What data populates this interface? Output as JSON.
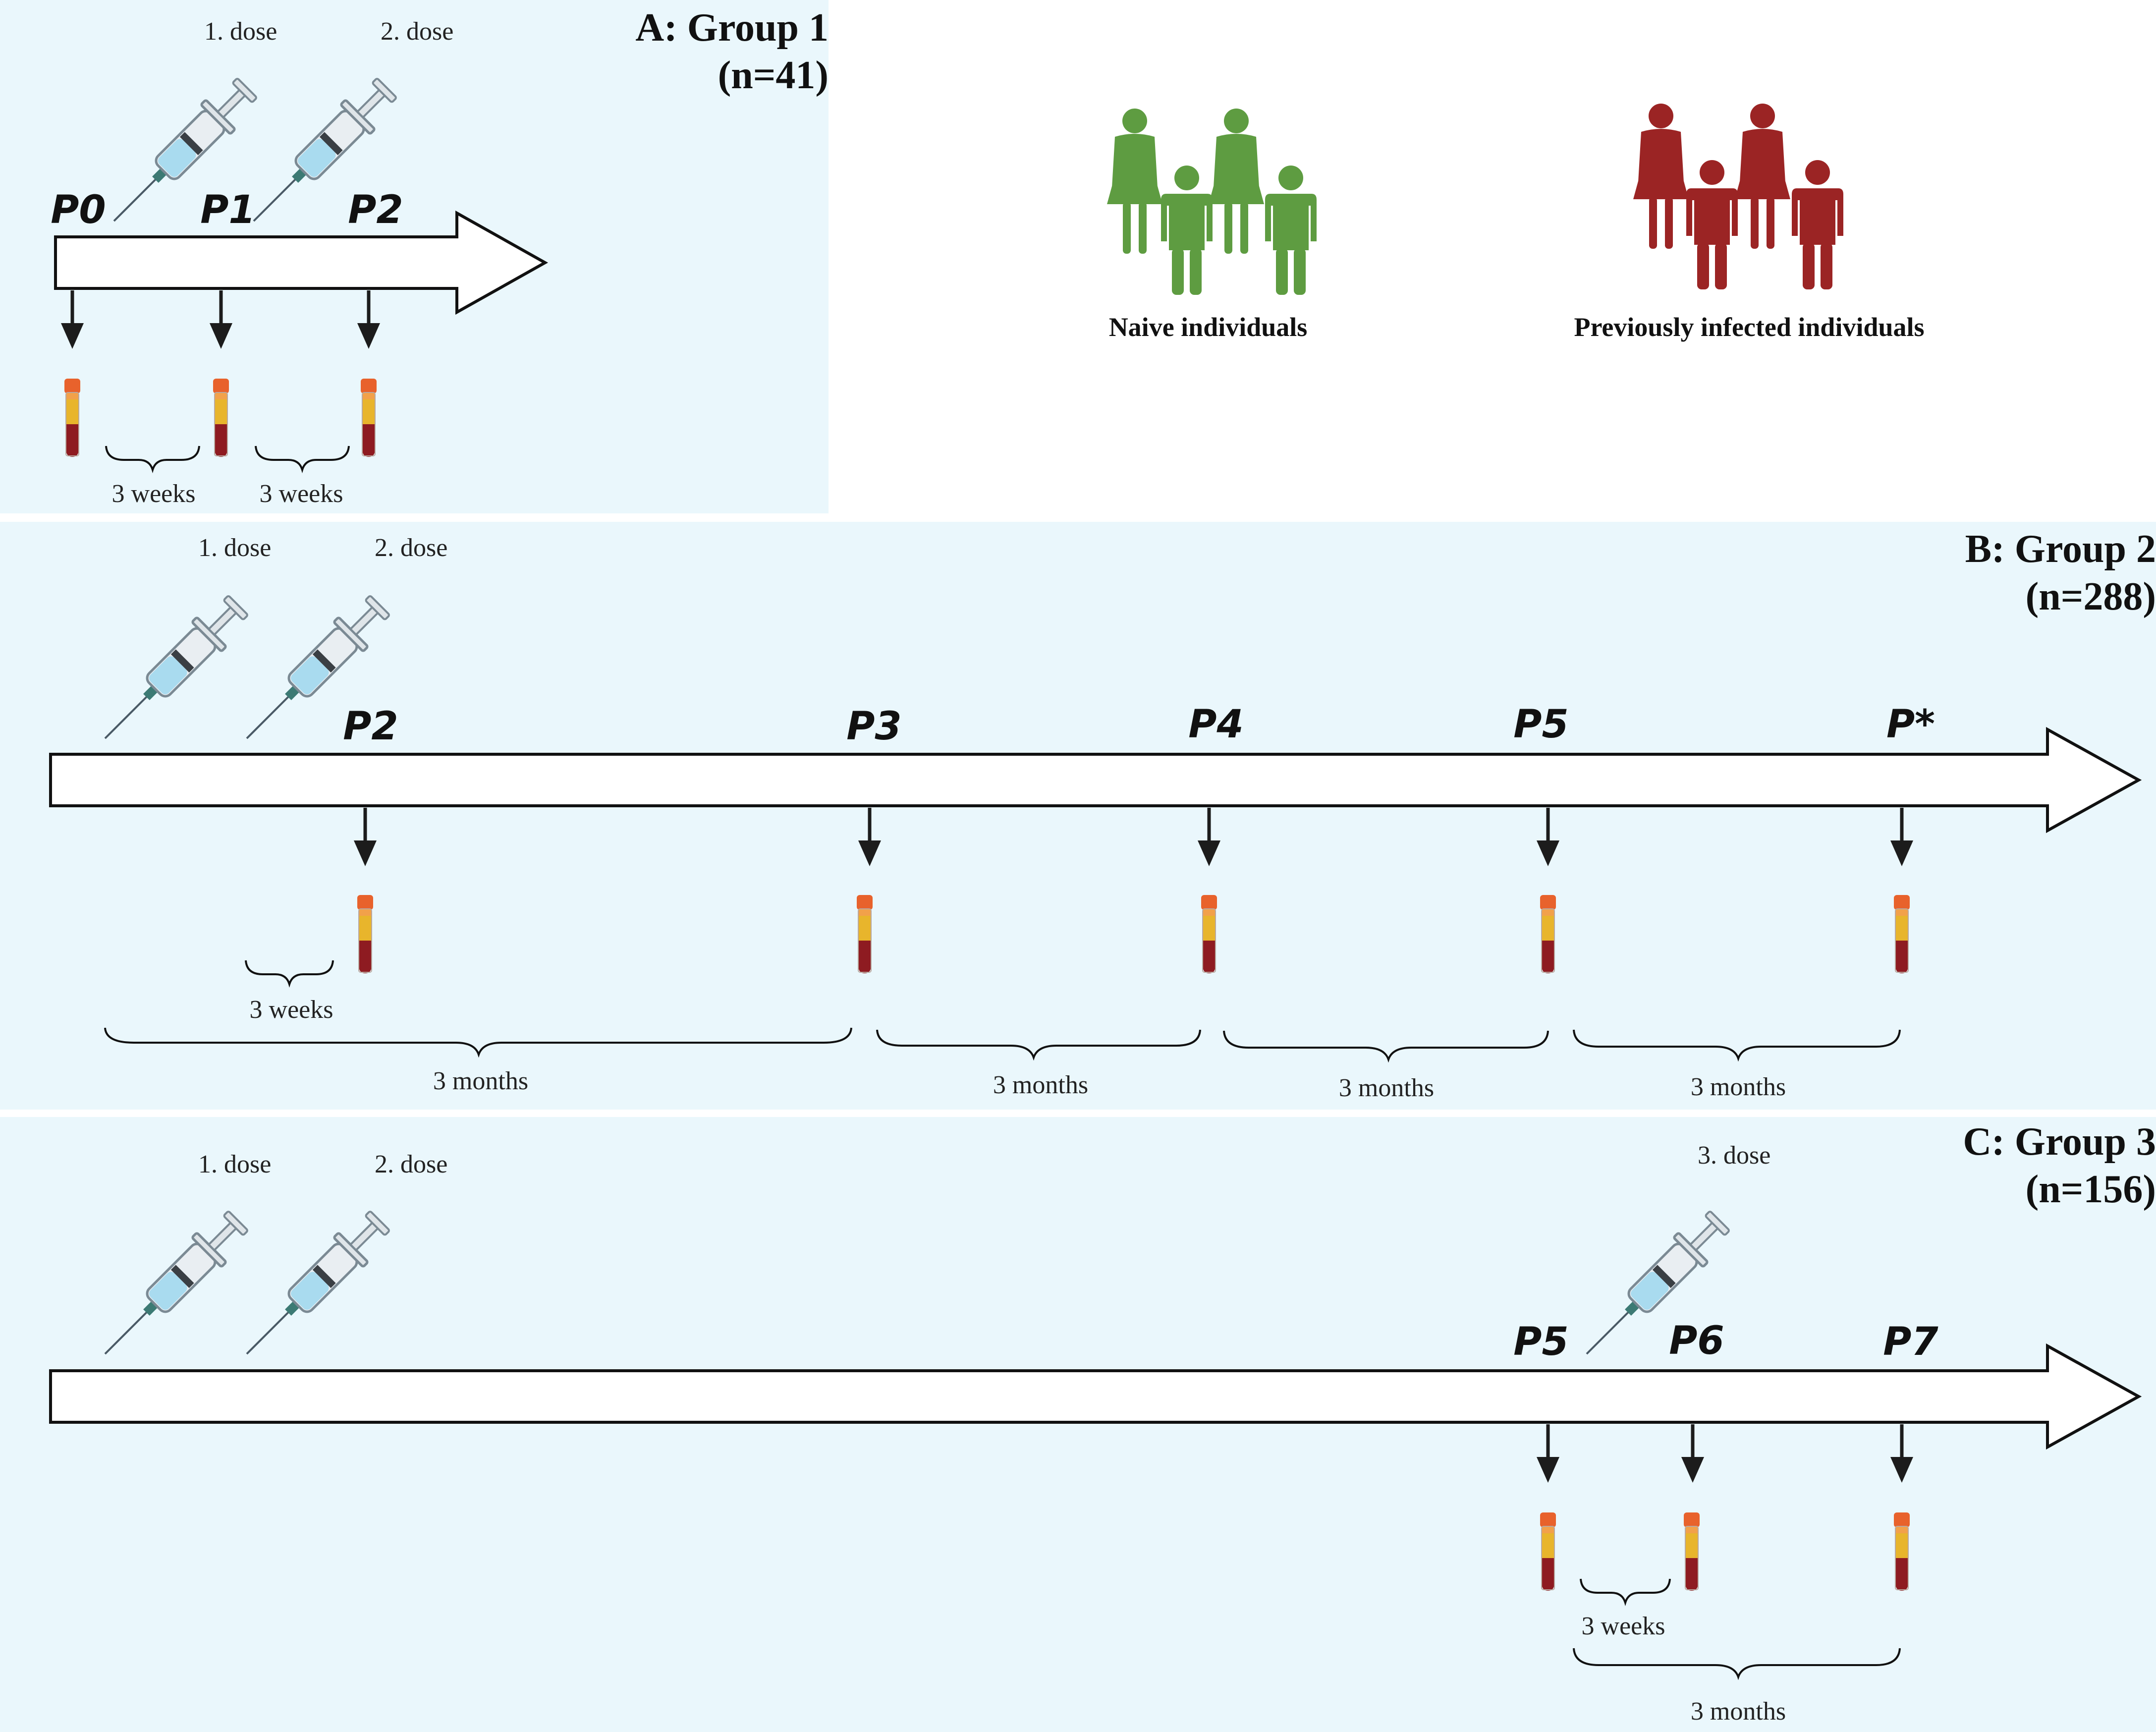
{
  "colors": {
    "panel_bg": "#eaf7fc",
    "naive_green": "#5e9c41",
    "infected_red": "#9b2424",
    "arrow_stroke": "#000000",
    "tube_cap": "#e8622c",
    "tube_plasma": "#e8b52c",
    "tube_blood": "#8e1b21",
    "syringe_liquid": "#a9dbef"
  },
  "legend": {
    "naive_label": "Naive individuals",
    "infected_label": "Previously infected individuals"
  },
  "panels": [
    {
      "id": "A",
      "title": "A: Group 1",
      "n": "(n=41)",
      "doses": [
        "1. dose",
        "2. dose"
      ],
      "timepoints": [
        "P0",
        "P1",
        "P2"
      ],
      "intervals": [
        "3 weeks",
        "3 weeks"
      ]
    },
    {
      "id": "B",
      "title": "B: Group 2",
      "n": "(n=288)",
      "doses": [
        "1. dose",
        "2. dose"
      ],
      "timepoints": [
        "P2",
        "P3",
        "P4",
        "P5",
        "P*"
      ],
      "intervals": [
        "3 weeks",
        "3 months",
        "3 months",
        "3 months",
        "3 months"
      ]
    },
    {
      "id": "C",
      "title": "C: Group 3",
      "n": "(n=156)",
      "doses": [
        "1. dose",
        "2. dose",
        "3. dose"
      ],
      "timepoints": [
        "P5",
        "P6",
        "P7"
      ],
      "intervals": [
        "3 weeks",
        "3 months"
      ]
    }
  ]
}
